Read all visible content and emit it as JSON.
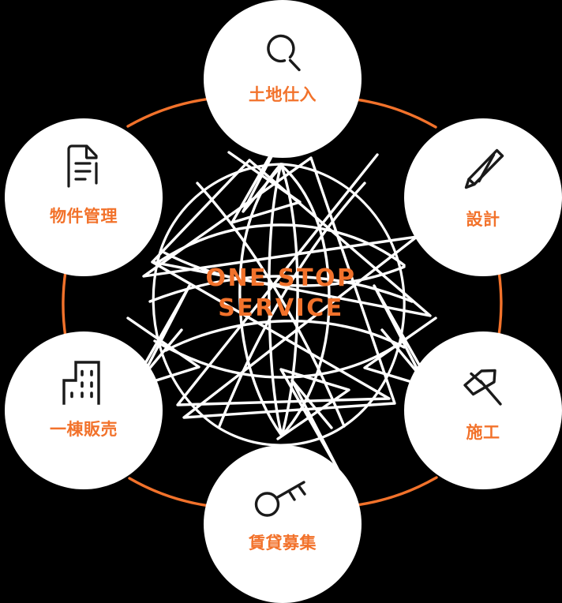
{
  "theme": {
    "background": "#000000",
    "accent_orange": "#F2722B",
    "circle_fill": "#ffffff",
    "icon_stroke": "#1a1a1a",
    "sketch_stroke": "#ffffff"
  },
  "center": {
    "line1": "ONE STOP",
    "line2": "SERVICE",
    "graphic": "sketch-globe"
  },
  "nodes": [
    {
      "id": "land-purchase",
      "label": "土地仕入",
      "icon": "magnifier-icon",
      "position": "top"
    },
    {
      "id": "design",
      "label": "設計",
      "icon": "pencil-icon",
      "position": "top-right"
    },
    {
      "id": "construction",
      "label": "施工",
      "icon": "hammer-icon",
      "position": "bottom-right"
    },
    {
      "id": "rental-listing",
      "label": "賃貸募集",
      "icon": "key-icon",
      "position": "bottom"
    },
    {
      "id": "building-sales",
      "label": "一棟販売",
      "icon": "building-icon",
      "position": "bottom-left"
    },
    {
      "id": "property-mgmt",
      "label": "物件管理",
      "icon": "document-icon",
      "position": "top-left"
    }
  ],
  "connectors": [
    {
      "from": "property-mgmt",
      "to": "land-purchase",
      "style": "arc"
    },
    {
      "from": "land-purchase",
      "to": "design",
      "style": "arc"
    },
    {
      "from": "design",
      "to": "construction",
      "style": "arc"
    },
    {
      "from": "construction",
      "to": "rental-listing",
      "style": "arc"
    },
    {
      "from": "rental-listing",
      "to": "building-sales",
      "style": "arc"
    },
    {
      "from": "building-sales",
      "to": "property-mgmt",
      "style": "arc"
    }
  ]
}
